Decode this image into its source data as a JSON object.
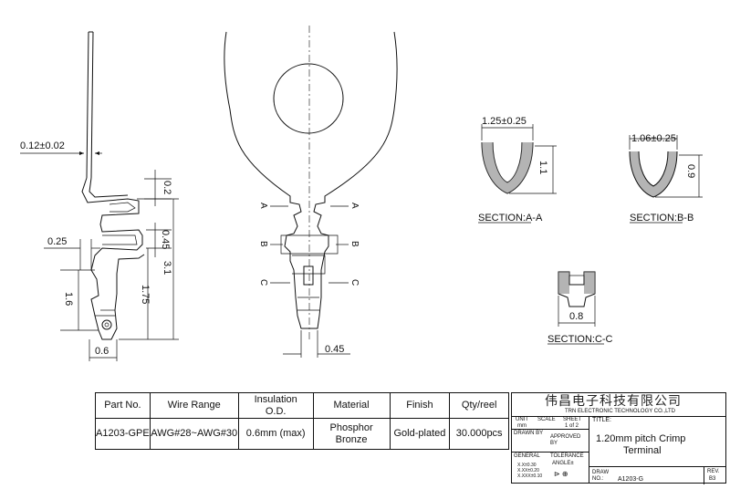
{
  "dimensions": {
    "thickness": "0.12±0.02",
    "d_0_2": "0.2",
    "d_0_45_side": "0.45",
    "d_0_25": "0.25",
    "d_3_1": "3.1",
    "d_1_75": "1.75",
    "d_1_6": "1.6",
    "d_0_6": "0.6",
    "d_0_45_bottom": "0.45"
  },
  "section_labels": {
    "a": "A",
    "b": "B",
    "c": "C"
  },
  "sections": {
    "a": {
      "title": "SECTION:A-A",
      "width": "1.25±0.25",
      "height": "1.1"
    },
    "b": {
      "title": "SECTION:B-B",
      "width": "1.06±0.25",
      "height": "0.9"
    },
    "c": {
      "title": "SECTION:C-C",
      "width": "0.8"
    }
  },
  "spec_table": {
    "headers": [
      "Part No.",
      "Wire Range",
      "Insulation",
      "O.D.",
      "Material",
      "Finish",
      "Qty/reel"
    ],
    "part_no": "A1203-GPE",
    "wire_range": "AWG#28~AWG#30",
    "insulation": "0.6mm (max)",
    "material_line1": "Phosphor",
    "material_line2": "Bronze",
    "finish": "Gold-plated",
    "qty": "30.000pcs"
  },
  "title_block": {
    "company_cn": "伟昌电子科技有限公司",
    "company_en": "TRN ELECTRONIC TECHNOLOGY CO.,LTD",
    "unit_label": "UNIT",
    "unit_value": "mm",
    "scale_label": "SCALE",
    "sheet_label": "SHEET",
    "sheet_value": "1 of 2",
    "title_label": "TITLE:",
    "drawn_by": "DRAWN BY",
    "approved_by_1": "APPROVED",
    "approved_by_2": "BY",
    "title_line1": "1.20mm pitch Crimp",
    "title_line2": "Terminal",
    "general_label": "GENERAL",
    "tolerance_label": "TOLERANCE",
    "tol_1": "X.X±0.30",
    "tol_2": "X.XX±0.20",
    "tol_3": "X.XXX±0.10",
    "angle_label": "ANGLE±",
    "draw_label_1": "DRAW",
    "draw_label_2": "NO.:",
    "draw_no": "A1203-G",
    "rev_label": "REV.",
    "rev_value": "B3"
  }
}
